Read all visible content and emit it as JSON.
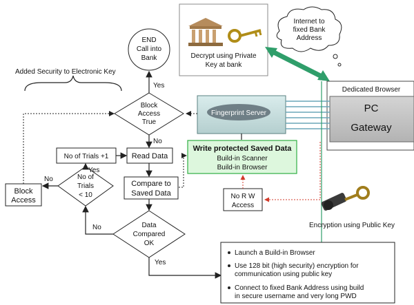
{
  "end_node": {
    "line1": "END",
    "line2": "Call into",
    "line3": "Bank"
  },
  "security_label": "Added Security to Electronic Key",
  "block_access_decision": {
    "line1": "Block",
    "line2": "Access",
    "line3": "True"
  },
  "trials_increment": "No of Trials +1",
  "read_data": "Read Data",
  "compare_data": {
    "line1": "Compare to",
    "line2": "Saved Data"
  },
  "trials_decision": {
    "line1": "No of",
    "line2": "Trials",
    "line3": "< 10"
  },
  "block_access_box": {
    "line1": "Block",
    "line2": "Access"
  },
  "data_compared_decision": {
    "line1": "Data",
    "line2": "Compared",
    "line3": "OK"
  },
  "labels": {
    "yes": "Yes",
    "no": "No"
  },
  "fingerprint_server": "Fingerprint Server",
  "saved_data": {
    "title": "Write protected Saved Data",
    "line2": "Build-in Scanner",
    "line3": "Build-in Browser"
  },
  "no_rw": {
    "line1": "No R W",
    "line2": "Access"
  },
  "decrypt": {
    "line1": "Decrypt using Private",
    "line2": "Key at bank"
  },
  "cloud": {
    "line1": "Internet to",
    "line2": "fixed Bank",
    "line3": "Address"
  },
  "pc_panel": {
    "header": "Dedicated Browser",
    "line1": "PC",
    "line2": "Gateway"
  },
  "encryption_label": "Encryption using Public Key",
  "bullets": [
    {
      "line1": "Launch a Build-in Browser",
      "line2": ""
    },
    {
      "line1": "Use 128 bit (high security) encryption for",
      "line2": "communication using public key"
    },
    {
      "line1": "Connect to fixed Bank Address using build",
      "line2": "in secure username and very long PWD"
    }
  ],
  "colors": {
    "saved_data_fill": "#ddf7dd",
    "saved_data_border": "#2fae42",
    "server_fill": "#c7dddd",
    "server_ellipse": "#6f7f86",
    "pc_fill": "#c8c8c8",
    "green_arrow": "#2f9e6a",
    "red_dash": "#d23a2a"
  }
}
